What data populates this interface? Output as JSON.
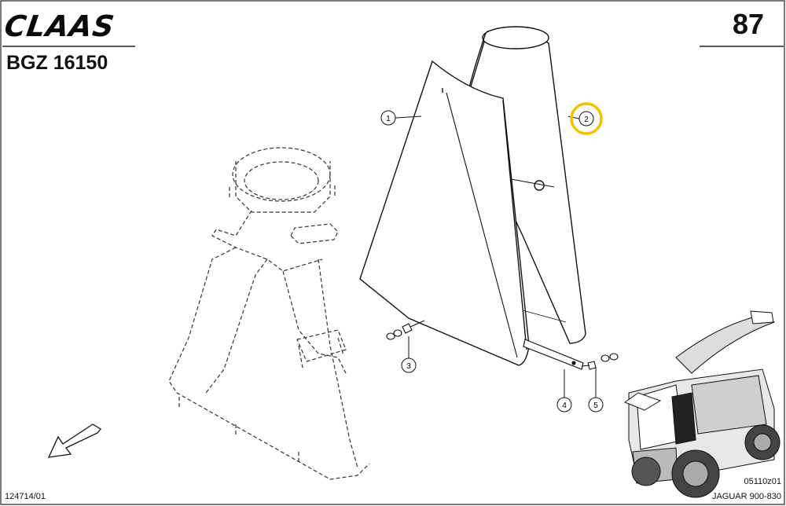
{
  "header": {
    "brand": "CLAAS",
    "page_number": "87",
    "group_code": "BGZ 16150"
  },
  "footer": {
    "figure_number": "124714/01",
    "drawing_code": "05110z01",
    "model": "JAGUAR 900-830"
  },
  "callouts": [
    {
      "label": "1",
      "highlighted": false
    },
    {
      "label": "2",
      "highlighted": true
    },
    {
      "label": "3",
      "highlighted": false
    },
    {
      "label": "4",
      "highlighted": false
    },
    {
      "label": "5",
      "highlighted": false
    }
  ],
  "colors": {
    "line": "#1a1a1a",
    "highlight": "#f2c200"
  }
}
